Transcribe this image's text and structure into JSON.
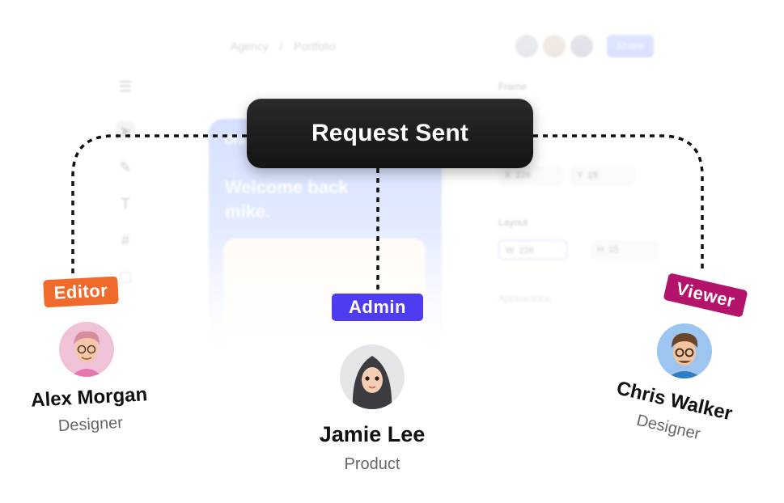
{
  "background_app": {
    "breadcrumb": [
      "Agency",
      "/",
      "Portfolio"
    ],
    "share_label": "Share",
    "card_title": "Dra",
    "welcome_text": "Welcome back mike.",
    "panel": {
      "frame_label": "Frame",
      "x_label": "X",
      "x_value": "226",
      "y_label": "Y",
      "y_value": "15",
      "layout_label": "Layout",
      "w_label": "W",
      "w_value": "226",
      "h_label": "H",
      "h_value": "15",
      "appearance_label": "Appearance"
    }
  },
  "request": {
    "label": "Request Sent"
  },
  "people": [
    {
      "name": "Alex Morgan",
      "title": "Designer",
      "role_tag": "Editor",
      "tag_color": "#ef6a2b"
    },
    {
      "name": "Jamie Lee",
      "title": "Product",
      "role_tag": "Admin",
      "tag_color": "#4e3cf0"
    },
    {
      "name": "Chris Walker",
      "title": "Designer",
      "role_tag": "Viewer",
      "tag_color": "#b3136a"
    }
  ]
}
